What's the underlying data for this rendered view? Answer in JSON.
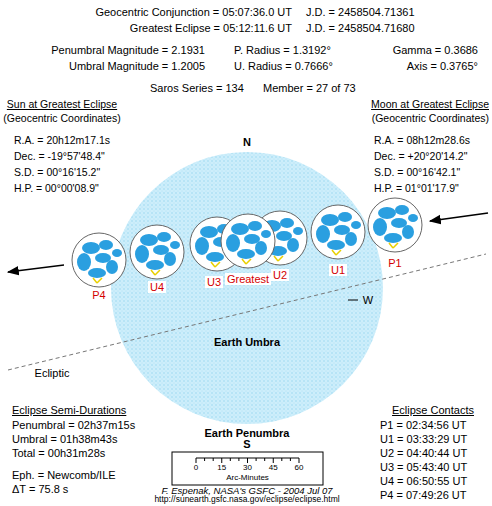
{
  "diagram": {
    "nodes": [
      {
        "text": [
          "Earth Penumbra"
        ]
      },
      {
        "text": [
          "Earth Umbra"
        ],
        "in": 0
      }
    ],
    "labels": [
      "Geocentric Conjunction = 05:07:36.0 UT",
      "J.D. = 2458504.71361",
      "Greatest Eclipse = 05:12:11.6 UT",
      "J.D. = 2458504.71680",
      "Penumbral Magnitude = 2.1931",
      "P. Radius = 1.3192°",
      "Gamma = 0.3686",
      "Umbral Magnitude = 1.2005",
      "U. Radius = 0.7666°",
      "Axis = 0.3765°",
      "Saros Series = 134",
      "Member = 27 of 73",
      "Sun at Greatest Eclipse",
      "(Geocentric Coordinates)",
      "R.A. = 20h12m17.1s",
      "Dec. = -19°57'48.4\"",
      "S.D. = 00°16'15.2\"",
      "H.P. = 00°00'08.9\"",
      "Moon at Greatest Eclipse",
      "(Geocentric Coordinates)",
      "R.A. = 08h12m28.6s",
      "Dec. = +20°20'14.2\"",
      "S.D. = 00°16'42.1\"",
      "H.P. = 01°01'17.9\"",
      "N",
      "P1",
      "U1",
      "W",
      "U2",
      "Greatest",
      "U3",
      "U4",
      "P4",
      "Ecliptic",
      "S",
      "Eclipse Semi-Durations",
      "Penumbral = 02h37m15s",
      "Umbral = 01h38m43s",
      "Total = 00h31m28s",
      "Eph. = Newcomb/ILE",
      "ΔT = 75.8 s",
      "0",
      "15",
      "30",
      "45",
      "60",
      "Arc-Minutes",
      "F. Espenak, NASA's GSFC - 2004 Jul 07",
      "http://sunearth.gsfc.nasa.gov/eclipse/eclipse.html",
      "Eclipse Contacts",
      "P1 = 02:34:56 UT",
      "U1 = 03:33:29 UT",
      "U2 = 04:40:44 UT",
      "U3 = 05:43:40 UT",
      "U4 = 06:50:55 UT",
      "P4 = 07:49:26 UT"
    ]
  }
}
